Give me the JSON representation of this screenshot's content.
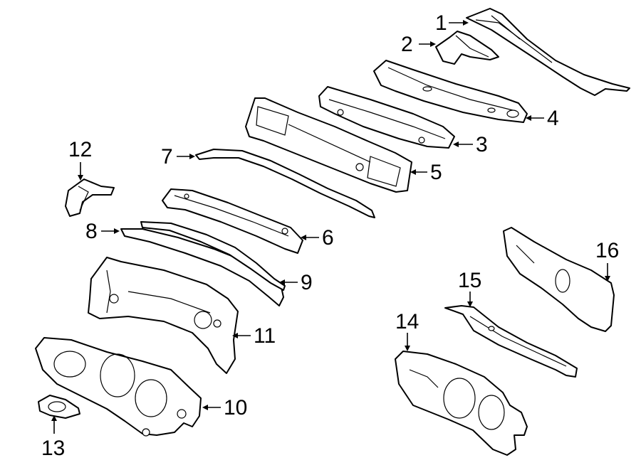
{
  "diagram": {
    "colors": {
      "line": "#000000",
      "background": "#ffffff"
    },
    "callouts": [
      {
        "id": "1",
        "label": "1"
      },
      {
        "id": "2",
        "label": "2"
      },
      {
        "id": "3",
        "label": "3"
      },
      {
        "id": "4",
        "label": "4"
      },
      {
        "id": "5",
        "label": "5"
      },
      {
        "id": "6",
        "label": "6"
      },
      {
        "id": "7",
        "label": "7"
      },
      {
        "id": "8",
        "label": "8"
      },
      {
        "id": "9",
        "label": "9"
      },
      {
        "id": "10",
        "label": "10"
      },
      {
        "id": "11",
        "label": "11"
      },
      {
        "id": "12",
        "label": "12"
      },
      {
        "id": "13",
        "label": "13"
      },
      {
        "id": "14",
        "label": "14"
      },
      {
        "id": "15",
        "label": "15"
      },
      {
        "id": "16",
        "label": "16"
      }
    ]
  }
}
